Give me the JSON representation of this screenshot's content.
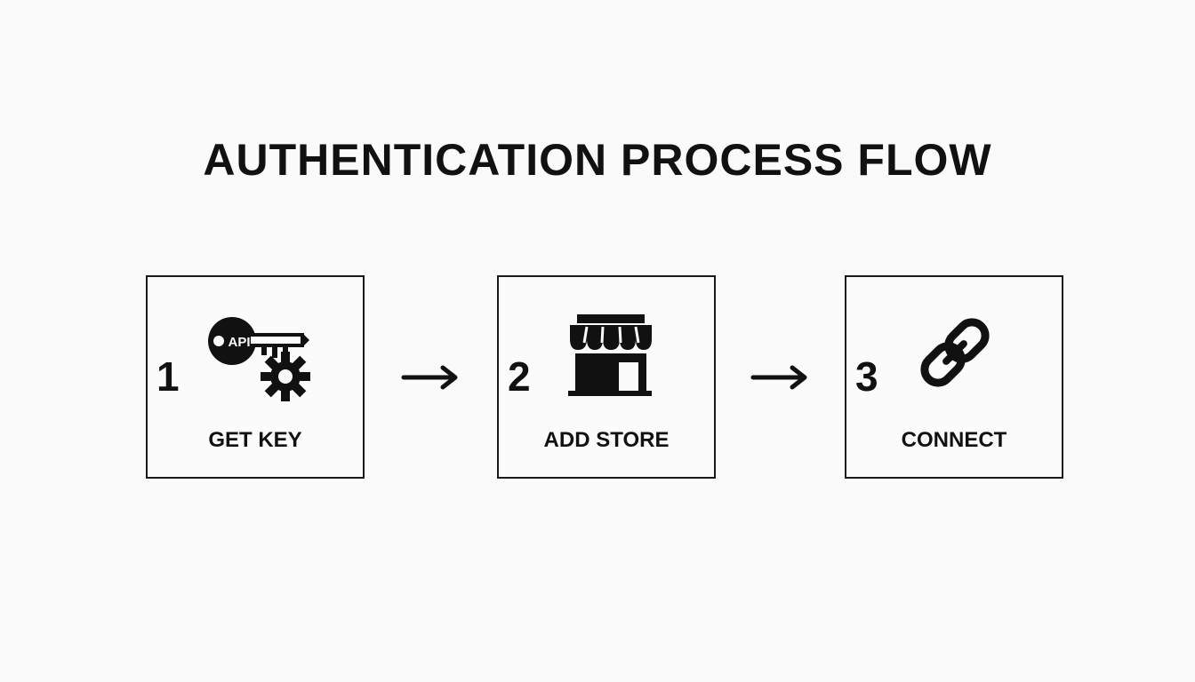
{
  "title": "AUTHENTICATION PROCESS FLOW",
  "steps": [
    {
      "number": "1",
      "label": "GET KEY",
      "icon": "api-key-gear-icon",
      "icon_text": "API"
    },
    {
      "number": "2",
      "label": "ADD STORE",
      "icon": "storefront-icon"
    },
    {
      "number": "3",
      "label": "CONNECT",
      "icon": "chain-link-icon"
    }
  ],
  "connectors": [
    "right-arrow-icon",
    "right-arrow-icon"
  ],
  "colors": {
    "background": "#fafafa",
    "foreground": "#111111",
    "border": "#1a1a1a"
  }
}
